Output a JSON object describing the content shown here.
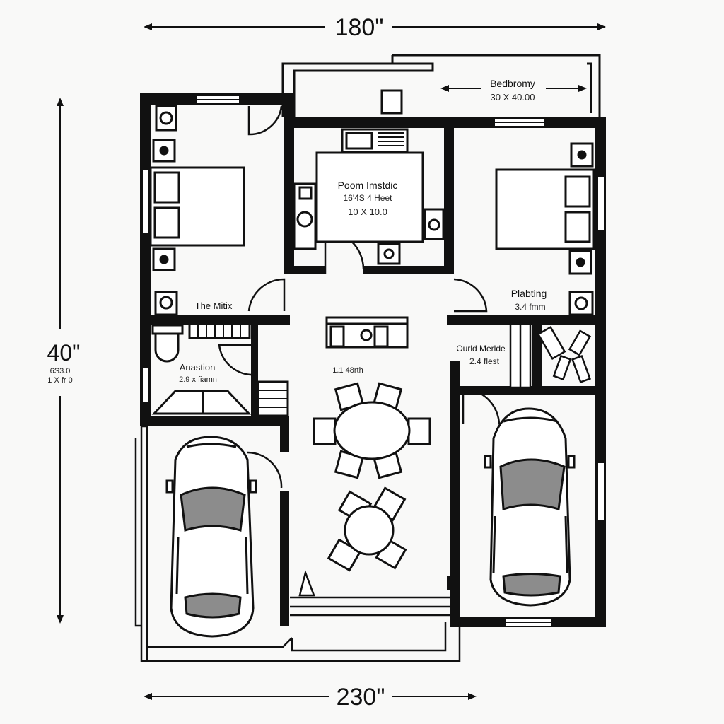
{
  "dimensions": {
    "top": "180\"",
    "bottom": "230\"",
    "left": "40\"",
    "left_sub1": "6S3.0",
    "left_sub2": "1 X fr 0"
  },
  "rooms": {
    "bedroom_top": {
      "name": "Bedbromy",
      "size": "30 X 40.00"
    },
    "center": {
      "name": "Poom Imstdic",
      "line2": "16'4S 4 Heet",
      "size": "10 X 10.0"
    },
    "left_bedroom": {
      "name": "The Mitix"
    },
    "right_bedroom": {
      "name": "Plabting",
      "size": "3.4 fmm"
    },
    "laundry": {
      "name": "Anastion",
      "size": "2.9 x fiamn"
    },
    "dining": {
      "name": "1.1 48rth"
    },
    "guest": {
      "name": "Ourld Merlde",
      "size": "2.4 flest"
    }
  },
  "colors": {
    "wall": "#111111",
    "paper": "#f9f9f8",
    "windshield": "#8c8c8c"
  }
}
